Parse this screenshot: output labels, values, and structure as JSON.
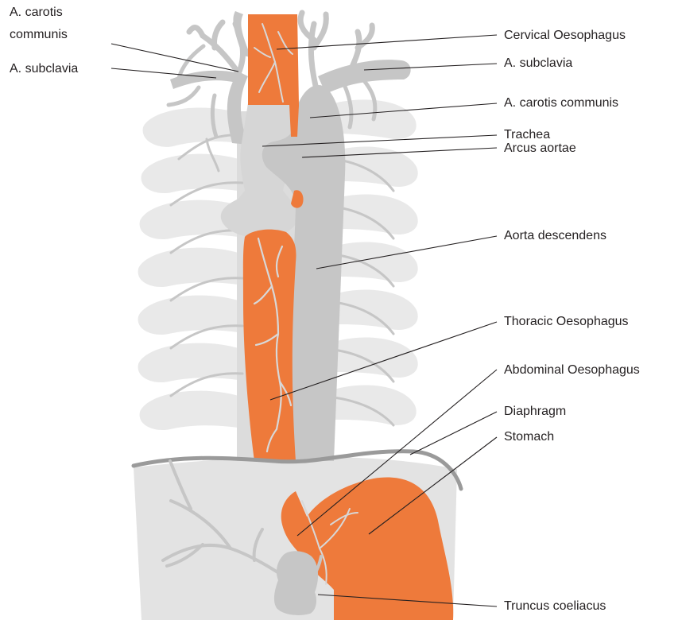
{
  "colors": {
    "orange": "#ee7a3b",
    "mid_gray": "#c6c6c6",
    "light_gray": "#d6d6d6",
    "rib_gray": "#e9e9e9",
    "belly_gray": "#e3e3e3",
    "diaphragm_line": "#9a9a9a",
    "label_text": "#231f20"
  },
  "labels": {
    "carotis_left_line1": "A. carotis",
    "carotis_left_line2": "communis",
    "subclavia_left": "A. subclavia",
    "cervical_oesophagus": "Cervical Oesophagus",
    "subclavia_right": "A. subclavia",
    "carotis_right": "A. carotis communis",
    "trachea": "Trachea",
    "arcus_aortae": "Arcus aortae",
    "aorta_descendens": "Aorta descendens",
    "thoracic_oesophagus": "Thoracic Oesophagus",
    "abdominal_oesophagus": "Abdominal Oesophagus",
    "diaphragm": "Diaphragm",
    "stomach": "Stomach",
    "truncus_coeliacus": "Truncus coeliacus"
  }
}
